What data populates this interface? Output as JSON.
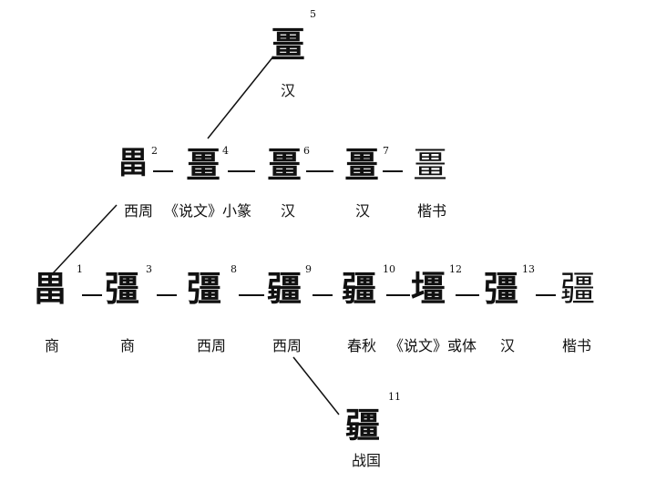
{
  "nodes": [
    {
      "id": "5",
      "glyph": "畺",
      "label": "汉"
    },
    {
      "id": "2",
      "glyph": "畕",
      "label": "西周"
    },
    {
      "id": "4",
      "glyph": "畺",
      "label": "《说文》小篆"
    },
    {
      "id": "6",
      "glyph": "畺",
      "label": "汉"
    },
    {
      "id": "7",
      "glyph": "畺",
      "label": "汉"
    },
    {
      "id": "",
      "glyph": "畺",
      "label": "楷书"
    },
    {
      "id": "1",
      "glyph": "畕",
      "label": "商"
    },
    {
      "id": "3",
      "glyph": "彊",
      "label": "商"
    },
    {
      "id": "8",
      "glyph": "彊",
      "label": "西周"
    },
    {
      "id": "9",
      "glyph": "疆",
      "label": "西周"
    },
    {
      "id": "10",
      "glyph": "疆",
      "label": "春秋"
    },
    {
      "id": "12",
      "glyph": "壃",
      "label": "《说文》或体"
    },
    {
      "id": "13",
      "glyph": "彊",
      "label": "汉"
    },
    {
      "id": "",
      "glyph": "疆",
      "label": "楷书"
    },
    {
      "id": "11",
      "glyph": "疆",
      "label": "战国"
    }
  ]
}
